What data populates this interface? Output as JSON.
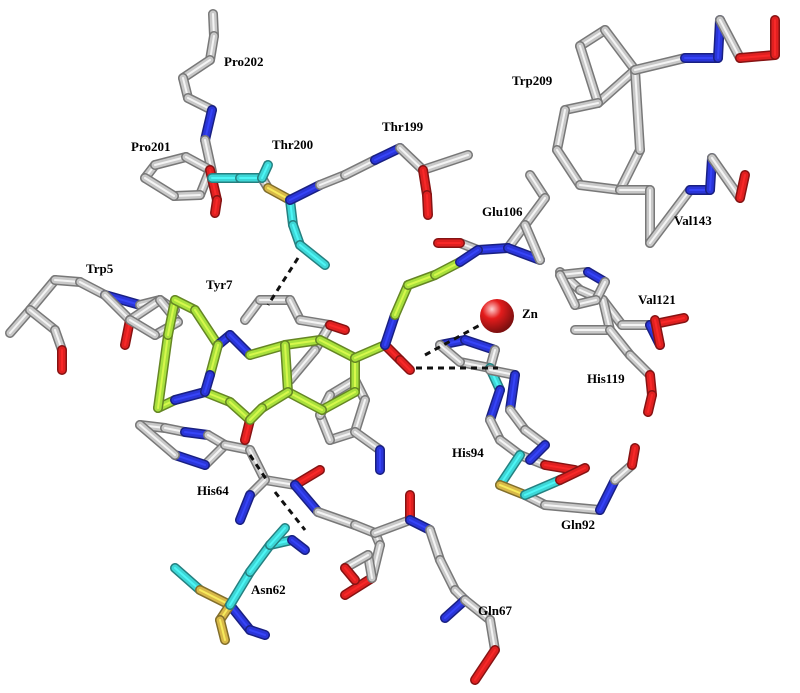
{
  "colors": {
    "background": "#ffffff",
    "carbon_protein": "#c8c8c8",
    "carbon_ligand": "#a8e03c",
    "carbon_sulfonamide_partner": "#3dd6d6",
    "oxygen": "#e02020",
    "nitrogen": "#2a35d8",
    "sulfur": "#d8b848",
    "zinc": "#e41c1c",
    "hbond": "#111111"
  },
  "labels": {
    "pro202": "Pro202",
    "pro201": "Pro201",
    "thr200": "Thr200",
    "thr199": "Thr199",
    "trp209": "Trp209",
    "glu106": "Glu106",
    "val143": "Val143",
    "trp5": "Trp5",
    "tyr7": "Tyr7",
    "zn": "Zn",
    "val121": "Val121",
    "his119": "His119",
    "his94": "His94",
    "his64": "His64",
    "gln92": "Gln92",
    "asn62": "Asn62",
    "gln67": "Gln67"
  }
}
